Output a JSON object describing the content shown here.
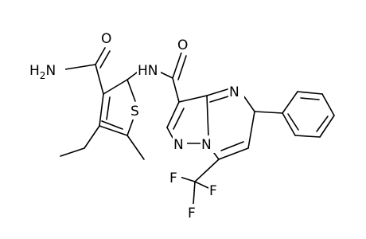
{
  "molecule": {
    "atoms": {
      "O1": {
        "symbol": "O"
      },
      "N1": {
        "symbol": "N",
        "label": "H2N"
      },
      "NH": {
        "symbol": "N",
        "label": "HN"
      },
      "O2": {
        "symbol": "O"
      },
      "S": {
        "symbol": "S"
      },
      "N4": {
        "symbol": "N"
      },
      "N2": {
        "symbol": "N"
      },
      "N1r": {
        "symbol": "N"
      },
      "F1": {
        "symbol": "F"
      },
      "F2": {
        "symbol": "F"
      },
      "F3": {
        "symbol": "F"
      }
    }
  }
}
